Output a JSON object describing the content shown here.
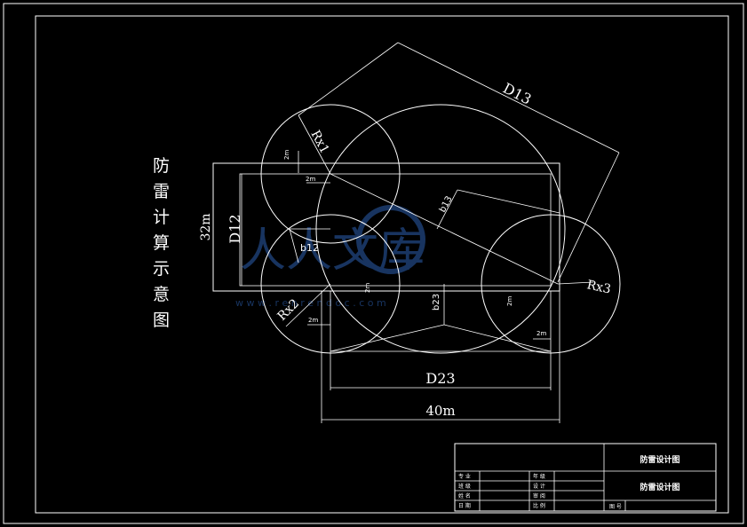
{
  "diagram": {
    "vertical_title": [
      "防",
      "雷",
      "计",
      "算",
      "示",
      "意",
      "图"
    ],
    "labels": {
      "d13": "D13",
      "b13": "b13",
      "rx1": "Rx1",
      "rx2": "Rx2",
      "rx3": "Rx3",
      "d12": "D12",
      "b12": "b12",
      "dim_32": "32m",
      "d23": "D23",
      "b23": "b23",
      "dim_40": "40m",
      "dim_2m": "2m"
    },
    "watermark": {
      "text": "人人文库",
      "url": "w w w . r e n r e n d o c . c o m"
    }
  },
  "title_block": {
    "drawing_name_top": "防雷设计图",
    "drawing_name_mid": "防雷设计图",
    "row_labels_left": [
      "专 业",
      "班 级",
      "姓 名",
      "日 期"
    ],
    "row_labels_mid": [
      "年 级",
      "设 计",
      "审 阅",
      "比 例"
    ],
    "drawing_no_label": "图 号"
  }
}
